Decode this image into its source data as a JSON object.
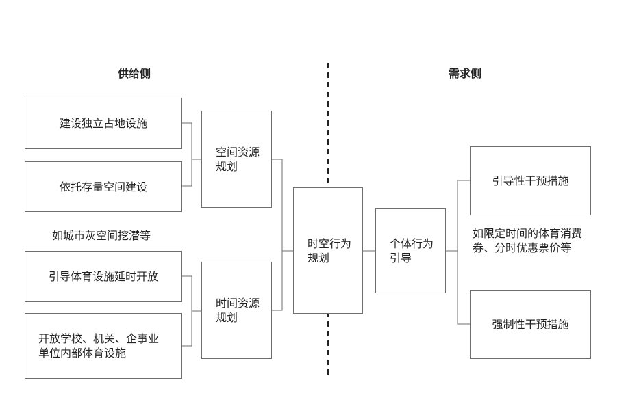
{
  "headings": {
    "supply": "供给侧",
    "demand": "需求侧"
  },
  "supply": {
    "space": {
      "box1": "建设独立占地设施",
      "box2": "依托存量空间建设",
      "note": "如城市灰空间挖潜等",
      "plan": [
        "空间资源",
        "规划"
      ]
    },
    "time": {
      "box1": "引导体育设施延时开放",
      "box2": [
        "开放学校、机关、企事业",
        "单位内部体育设施"
      ],
      "plan": [
        "时间资源",
        "规划"
      ]
    }
  },
  "center": [
    "时空行为",
    "规划"
  ],
  "demand": {
    "guide": [
      "个体行为",
      "引导"
    ],
    "soft": "引导性干预措施",
    "note": [
      "如限定时间的体育消费",
      "券、分时优惠票价等"
    ],
    "hard": "强制性干预措施"
  }
}
